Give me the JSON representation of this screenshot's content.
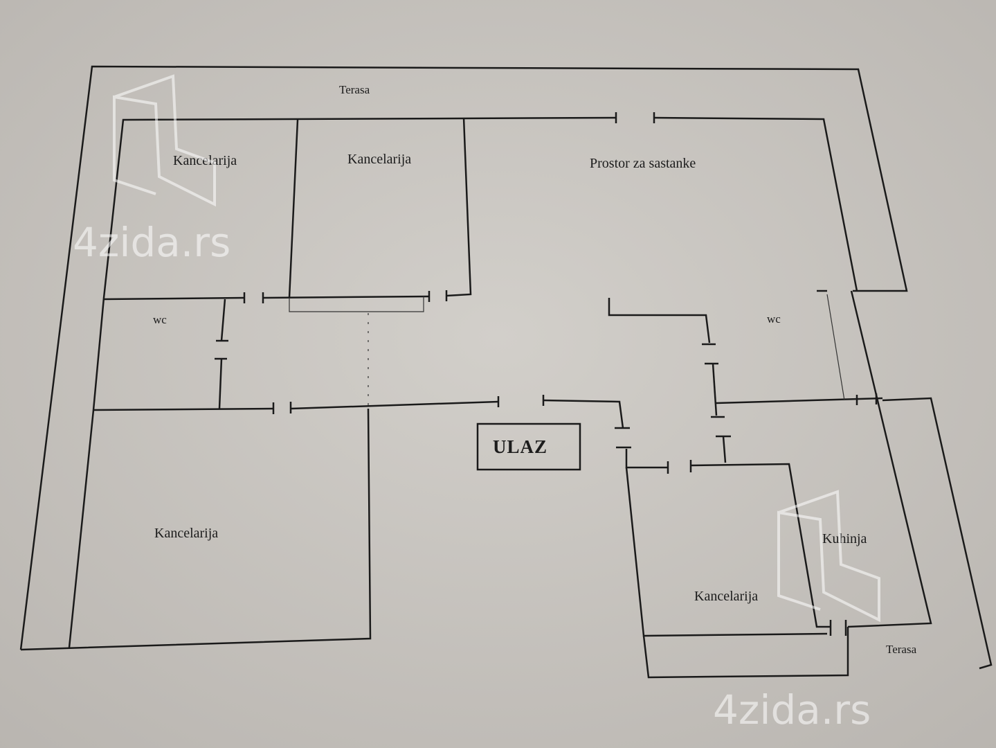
{
  "labels": {
    "terrace_top": "Terasa",
    "office_top_left": "Kancelarija",
    "office_top_middle": "Kancelarija",
    "meeting_room": "Prostor za sastanke",
    "wc_left": "wc",
    "wc_right": "wc",
    "entrance": "ULAZ",
    "office_bottom_left": "Kancelarija",
    "kitchen": "Kuhinja",
    "office_bottom_right": "Kancelarija",
    "terrace_bottom": "Terasa"
  },
  "watermark": "4zida.rs"
}
